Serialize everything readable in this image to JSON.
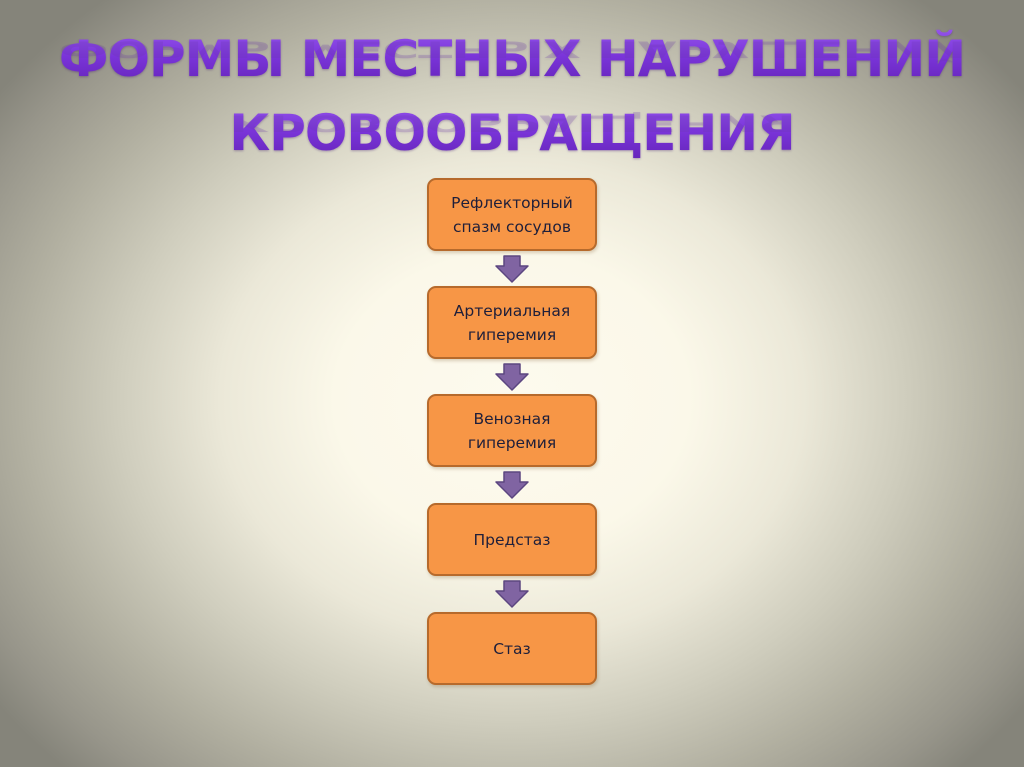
{
  "slide": {
    "title_line1": "ФОРМЫ МЕСТНЫХ НАРУШЕНИЙ",
    "title_line2": "КРОВООБРАЩЕНИЯ",
    "colors": {
      "title": "#7030c8",
      "box_fill": "#f79646",
      "box_border": "#b66a2c",
      "box_text": "#1f1f3a",
      "arrow_fill": "#8064a2",
      "arrow_stroke": "#5c4680",
      "background_center": "#fbf8e9",
      "background_edge": "#85847a"
    }
  },
  "flowchart": {
    "steps": [
      {
        "label": "Рефлекторный\nспазм сосудов"
      },
      {
        "label": "Артериальная\nгиперемия"
      },
      {
        "label": "Венозная\nгиперемия"
      },
      {
        "label": "Предстаз"
      },
      {
        "label": "Стаз"
      }
    ],
    "connector_icon": "down-arrow-icon"
  }
}
